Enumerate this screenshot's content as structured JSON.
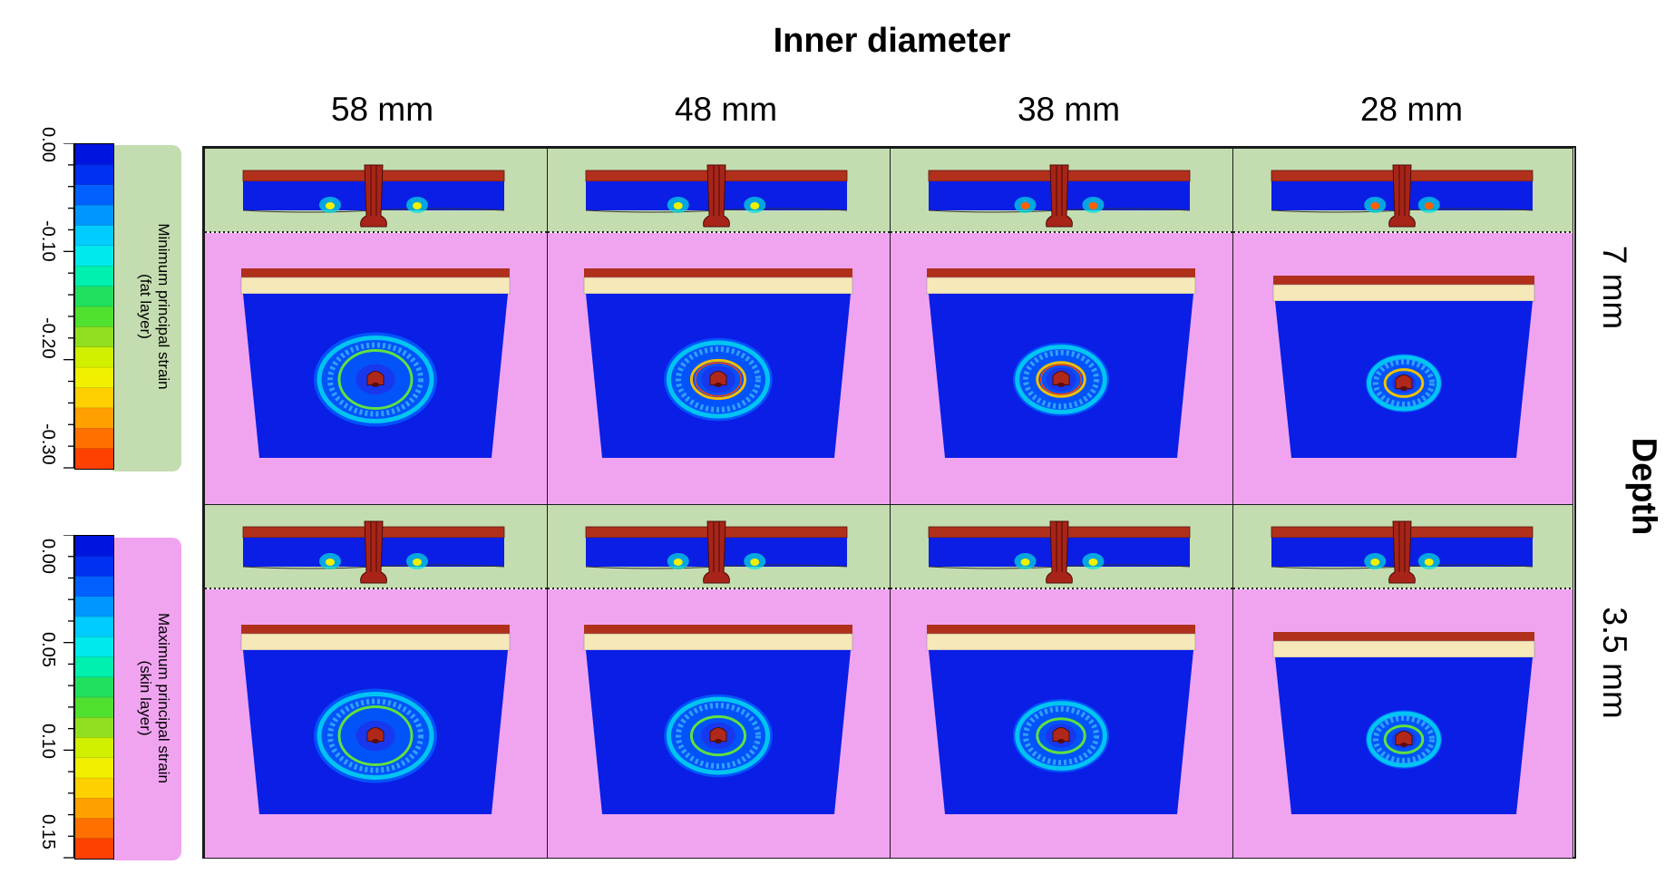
{
  "title": "Inner diameter",
  "columns": [
    "58 mm",
    "48 mm",
    "38 mm",
    "28 mm"
  ],
  "depth_title": "Depth",
  "rows": [
    "7 mm",
    "3.5 mm"
  ],
  "colorbars": [
    {
      "caption_line1": "Minimum principal strain",
      "caption_line2": "(fat layer)",
      "ticks": [
        "0.00",
        "-0.10",
        "-0.20",
        "-0.30"
      ],
      "background": "#c4ddb0"
    },
    {
      "caption_line1": "Maximum principal strain",
      "caption_line2": "(skin layer)",
      "ticks": [
        "0.00",
        "0.05",
        "0.10",
        "0.15"
      ],
      "background": "#f0a4f0"
    }
  ],
  "colors": {
    "green_panel": "#c4ddb0",
    "pink_panel": "#f0a4f0",
    "tissue_blue": "#0a1ee6",
    "skin_brown": "#b0301c",
    "fat_cream": "#f6e8b8"
  },
  "colormap": [
    "#0014e0",
    "#0030f0",
    "#0060ff",
    "#0096ff",
    "#00ccff",
    "#00eaee",
    "#00f0b0",
    "#20e060",
    "#50e030",
    "#90e020",
    "#d0f000",
    "#f0f000",
    "#ffd000",
    "#ffa000",
    "#ff7000",
    "#ff4000"
  ]
}
